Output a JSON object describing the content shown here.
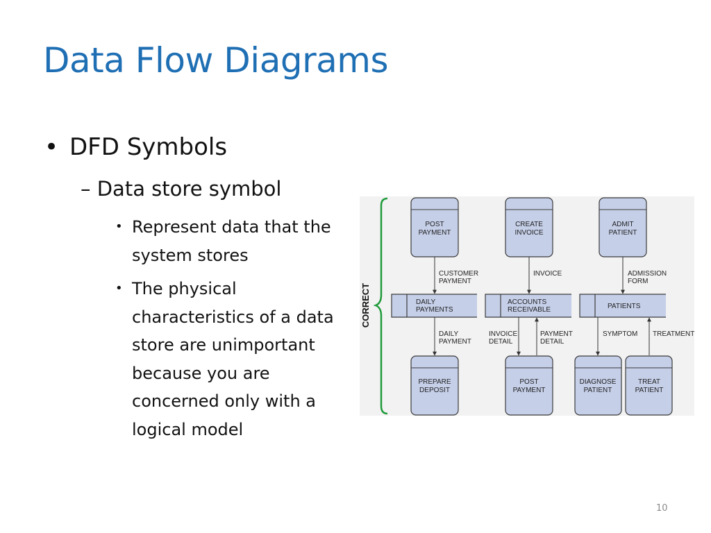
{
  "slide": {
    "title": "Data Flow Diagrams",
    "bullet": "•",
    "level1": "DFD Symbols",
    "level2": "– Data store symbol",
    "bullets3": [
      "Represent data that the system stores",
      "The physical characteristics of a data store are unimportant because you are concerned only with a logical model"
    ],
    "page_number": "10"
  },
  "diagram": {
    "side_label": "CORRECT",
    "processes": [
      {
        "line1": "POST",
        "line2": "PAYMENT"
      },
      {
        "line1": "CREATE",
        "line2": "INVOICE"
      },
      {
        "line1": "ADMIT",
        "line2": "PATIENT"
      },
      {
        "line1": "PREPARE",
        "line2": "DEPOSIT"
      },
      {
        "line1": "POST",
        "line2": "PAYMENT"
      },
      {
        "line1": "DIAGNOSE",
        "line2": "PATIENT"
      },
      {
        "line1": "TREAT",
        "line2": "PATIENT"
      }
    ],
    "stores": [
      {
        "line1": "DAILY",
        "line2": "PAYMENTS"
      },
      {
        "line1": "ACCOUNTS",
        "line2": "RECEIVABLE"
      },
      {
        "line1": "PATIENTS",
        "line2": ""
      }
    ],
    "flows": [
      {
        "line1": "CUSTOMER",
        "line2": "PAYMENT"
      },
      {
        "line1": "INVOICE",
        "line2": ""
      },
      {
        "line1": "ADMISSION",
        "line2": "FORM"
      },
      {
        "line1": "DAILY",
        "line2": "PAYMENT"
      },
      {
        "line1": "INVOICE",
        "line2": "DETAIL"
      },
      {
        "line1": "PAYMENT",
        "line2": "DETAIL"
      },
      {
        "line1": "SYMPTOM",
        "line2": ""
      },
      {
        "line1": "TREATMENT",
        "line2": ""
      }
    ],
    "colors": {
      "shape_fill": "#c5cfe8",
      "shape_stroke": "#3a3a3a",
      "bracket": "#1f9a3a",
      "title": "#1f6fb4"
    }
  }
}
